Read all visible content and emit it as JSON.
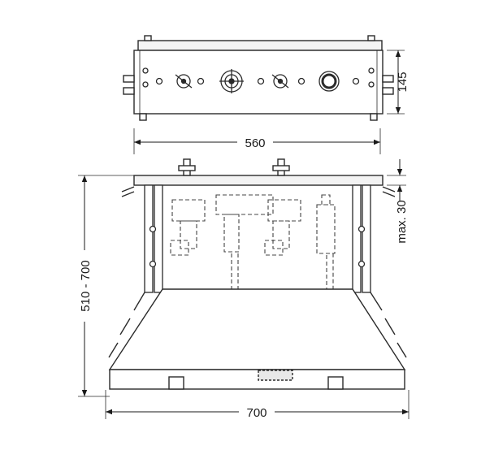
{
  "dimensions": {
    "top_width": "560",
    "bottom_width": "700",
    "height_range": "510 - 700",
    "top_height": "145",
    "max_offset": "max. 30"
  }
}
